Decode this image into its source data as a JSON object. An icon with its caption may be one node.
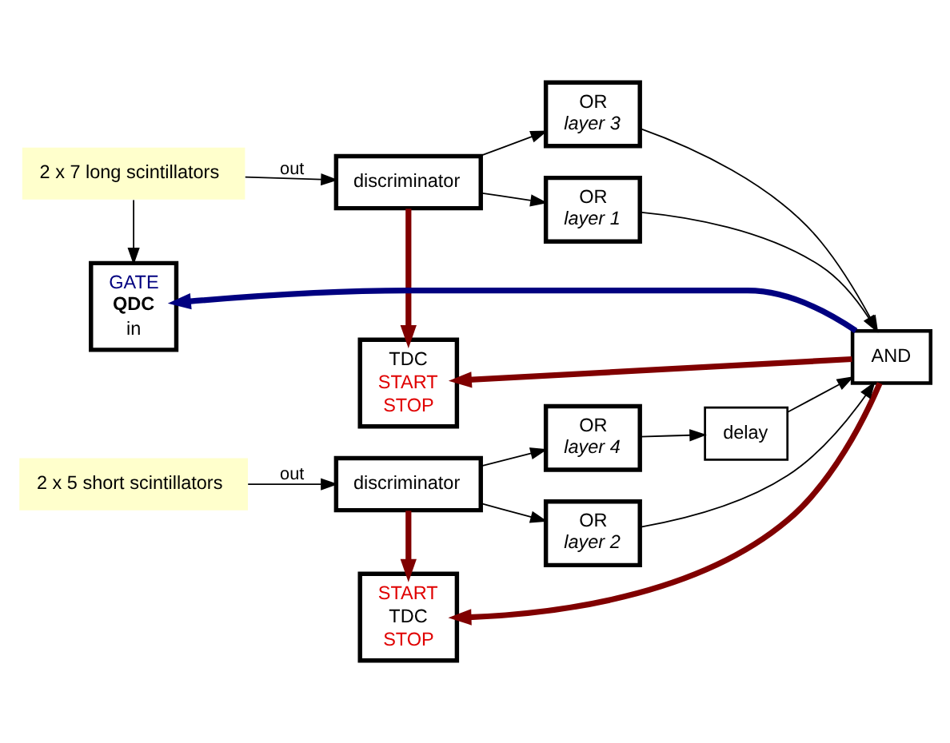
{
  "diagram": {
    "nodes": [
      {
        "text": [
          "GATE",
          "QDC",
          "in"
        ]
      },
      {
        "text": [
          "TDC",
          "START",
          "STOP"
        ]
      },
      {
        "text": [
          "2 x 7 long scintillators"
        ]
      },
      {
        "text": [
          "discriminator"
        ]
      },
      {
        "text": [
          "OR",
          "layer 1"
        ]
      },
      {
        "text": [
          "OR",
          "layer 3"
        ]
      },
      {
        "text": [
          "AND"
        ]
      },
      {
        "text": [
          "2 x 5 short scintillators"
        ]
      },
      {
        "text": [
          "discriminator"
        ]
      },
      {
        "text": [
          "OR",
          "layer 2"
        ]
      },
      {
        "text": [
          "OR",
          "layer 4"
        ]
      },
      {
        "text": [
          "delay"
        ]
      },
      {
        "text": [
          "START",
          "TDC",
          "STOP"
        ]
      }
    ],
    "edges": [
      {
        "from": 2,
        "to": 0,
        "arrow": "to"
      },
      {
        "from": 2,
        "to": 3,
        "arrow": "to",
        "label": "out"
      },
      {
        "from": 3,
        "to": 1,
        "arrow": "to",
        "style": "thick",
        "color": "#800000"
      },
      {
        "from": 3,
        "to": 4,
        "arrow": "to"
      },
      {
        "from": 3,
        "to": 5,
        "arrow": "to"
      },
      {
        "from": 4,
        "to": 6,
        "arrow": "to"
      },
      {
        "from": 5,
        "to": 6,
        "arrow": "to"
      },
      {
        "from": 9,
        "to": 6,
        "arrow": "to"
      },
      {
        "from": 7,
        "to": 8,
        "arrow": "to",
        "label": "out"
      },
      {
        "from": 8,
        "to": 12,
        "arrow": "to",
        "style": "thick",
        "color": "#800000"
      },
      {
        "from": 8,
        "to": 9,
        "arrow": "to"
      },
      {
        "from": 8,
        "to": 10,
        "arrow": "to"
      },
      {
        "from": 10,
        "to": 11,
        "arrow": "to"
      },
      {
        "from": 11,
        "to": 6,
        "arrow": "to"
      },
      {
        "from": 6,
        "to": 1,
        "arrow": "to",
        "style": "thick",
        "color": "#800000"
      },
      {
        "from": 6,
        "to": 12,
        "arrow": "to",
        "style": "thick",
        "color": "#800000"
      },
      {
        "from": 6,
        "to": 0,
        "arrow": "to",
        "style": "thick",
        "color": "#000080"
      }
    ]
  }
}
